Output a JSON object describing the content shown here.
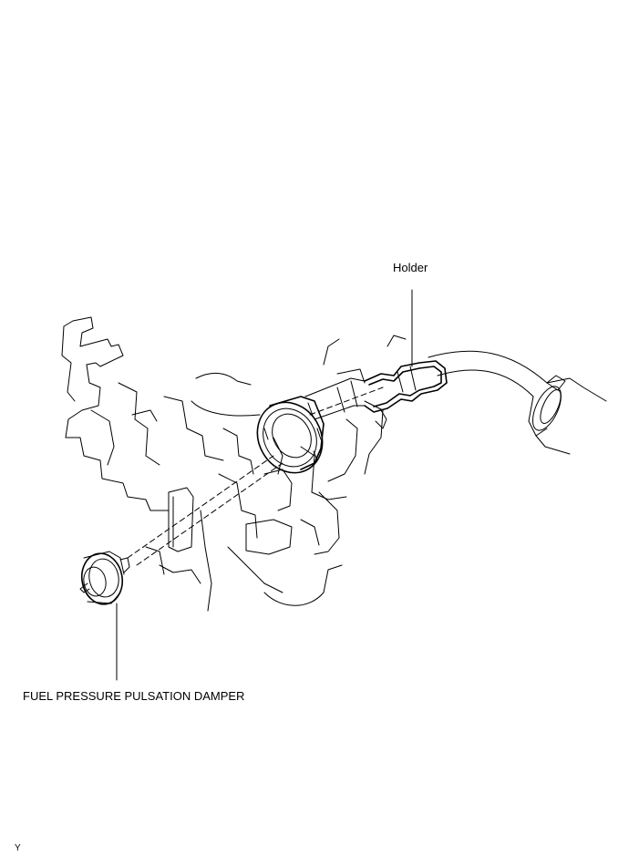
{
  "labels": {
    "holder": "Holder",
    "damper": "FUEL PRESSURE PULSATION DAMPER",
    "corner": "Y"
  },
  "colors": {
    "line": "#000000",
    "background": "#ffffff"
  }
}
